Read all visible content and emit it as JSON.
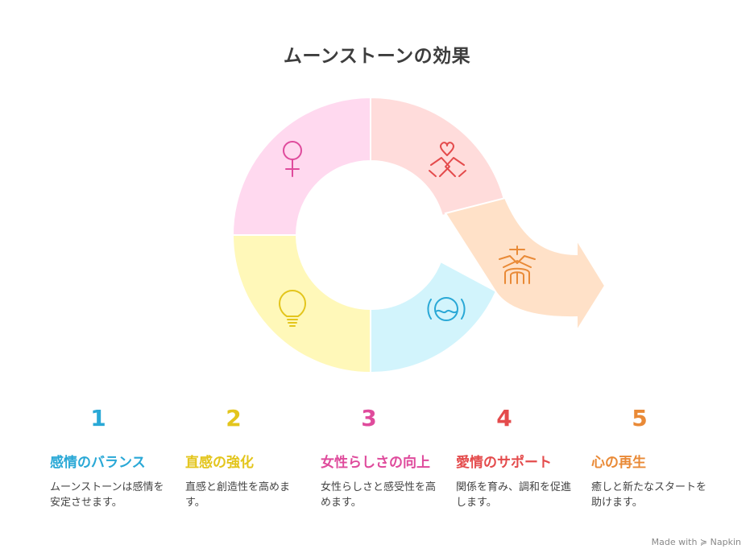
{
  "title": "ムーンストーンの効果",
  "colors": {
    "s1": "#ffd9ef",
    "s2": "#fff8b9",
    "s3": "#d2f4fc",
    "s4": "#ffdcdb",
    "s5": "#ffe1c8",
    "c1": "#29a8d6",
    "c2": "#e3c51c",
    "c3": "#df4b9c",
    "c4": "#e44b4c",
    "c5": "#e98a37"
  },
  "icons": [
    "female-symbol-icon",
    "lightbulb-icon",
    "water-circle-icon",
    "heart-hands-icon",
    "meditation-icon"
  ],
  "items": [
    {
      "number": "1",
      "title": "感情のバランス",
      "desc": "ムーンストーンは感情を安定させます。"
    },
    {
      "number": "2",
      "title": "直感の強化",
      "desc": "直感と創造性を高めます。"
    },
    {
      "number": "3",
      "title": "女性らしさの向上",
      "desc": "女性らしさと感受性を高めます。"
    },
    {
      "number": "4",
      "title": "愛情のサポート",
      "desc": "関係を育み、調和を促進します。"
    },
    {
      "number": "5",
      "title": "心の再生",
      "desc": "癒しと新たなスタートを助けます。"
    }
  ],
  "footer": "Made with ≽ Napkin"
}
